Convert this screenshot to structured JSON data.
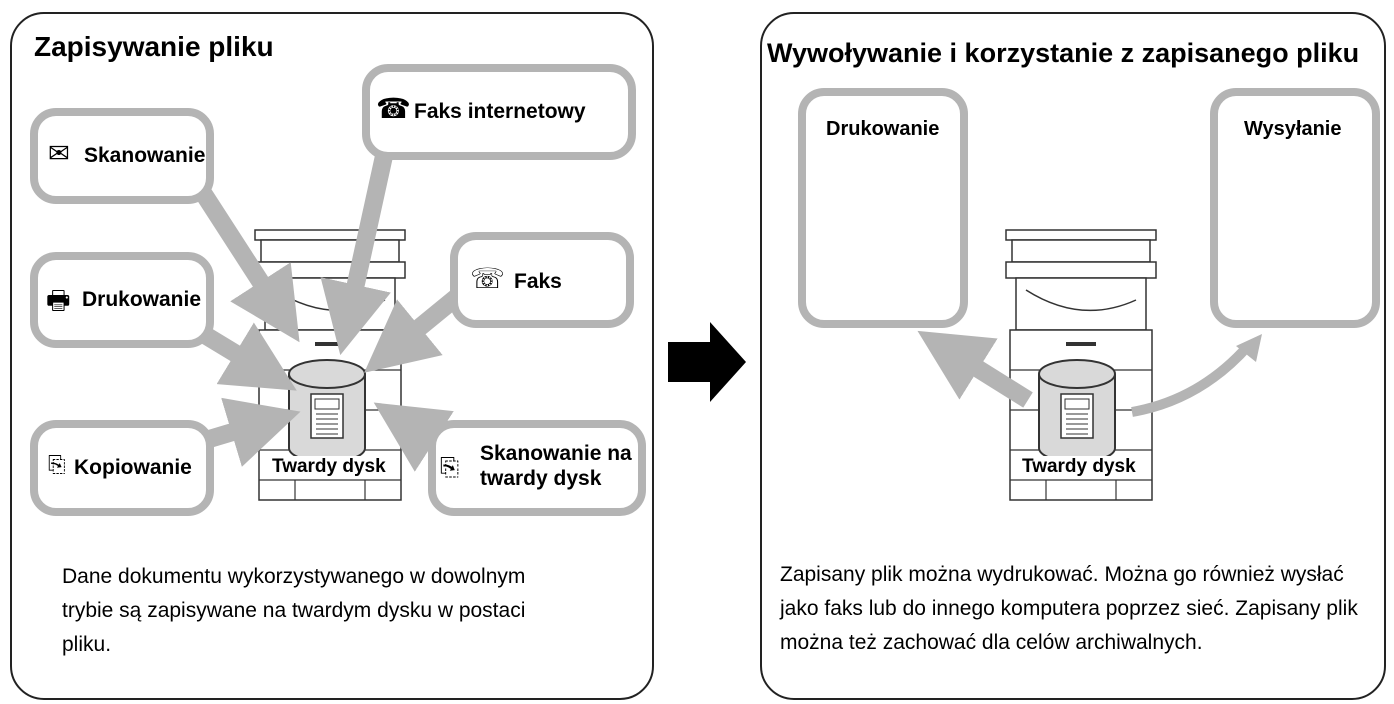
{
  "left_panel": {
    "title": "Zapisywanie pliku",
    "modes": {
      "scan": "Skanowanie",
      "print": "Drukowanie",
      "copy": "Kopiowanie",
      "ifax": "Faks internetowy",
      "fax": "Faks",
      "scan_hdd_line1": "Skanowanie na",
      "scan_hdd_line2": "twardy dysk"
    },
    "storage_label": "Twardy dysk",
    "description": "Dane dokumentu wykorzystywanego w dowolnym trybie są zapisywane na twardym dysku w postaci pliku."
  },
  "right_panel": {
    "title": "Wywoływanie i korzystanie z zapisanego pliku",
    "outputs": {
      "print": "Drukowanie",
      "send": "Wysyłanie"
    },
    "storage_label": "Twardy dysk",
    "description": "Zapisany plik można wydrukować. Można go również wysłać jako faks lub do innego komputera poprzez sieć. Zapisany plik można też zachować dla celów archiwalnych."
  },
  "colors": {
    "bubble_border": "#b4b4b4",
    "arrow": "#b4b4b4",
    "flow_arrow": "#000000",
    "drum_fill": "#d9d9d9"
  }
}
